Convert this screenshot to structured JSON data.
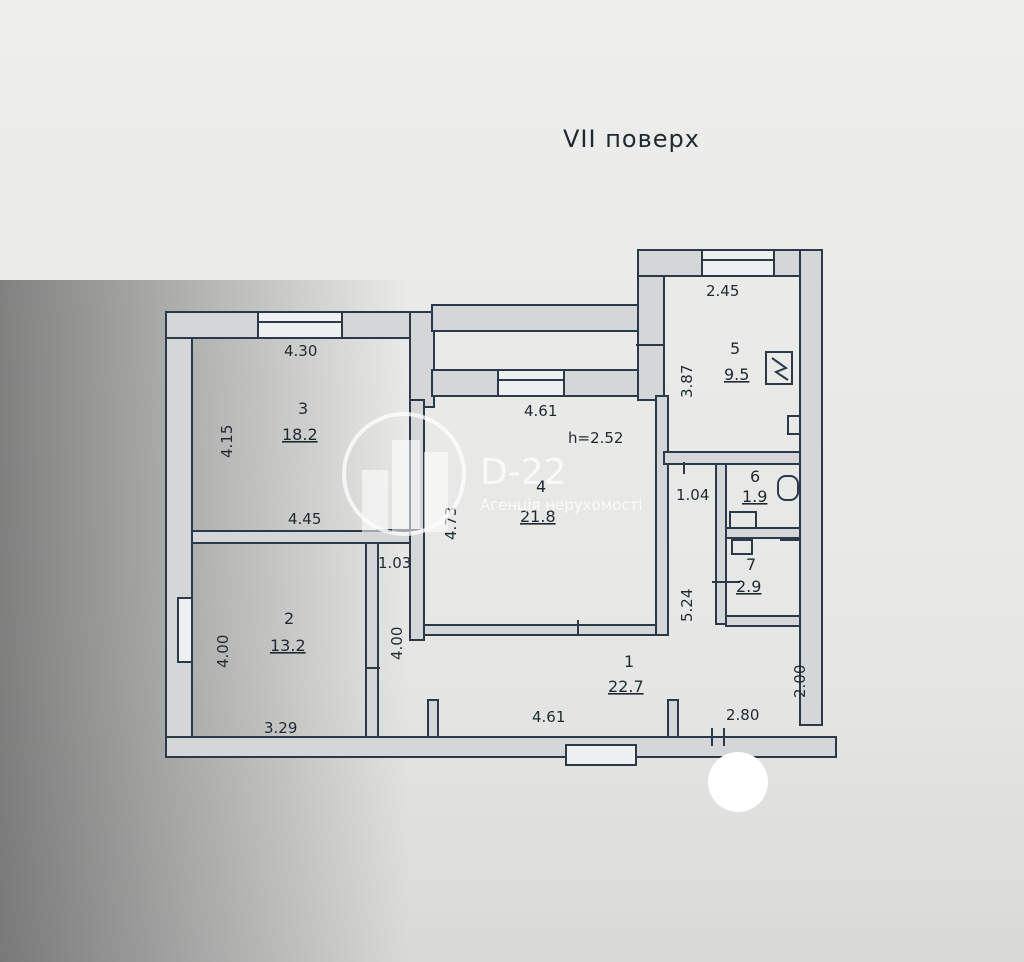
{
  "floor_title": "VII поверх",
  "ceiling_height": "h=2.52",
  "rooms": [
    {
      "number": "1",
      "area": "22.7"
    },
    {
      "number": "2",
      "area": "13.2"
    },
    {
      "number": "3",
      "area": "18.2"
    },
    {
      "number": "4",
      "area": "21.8"
    },
    {
      "number": "5",
      "area": "9.5"
    },
    {
      "number": "6",
      "area": "1.9"
    },
    {
      "number": "7",
      "area": "2.9"
    }
  ],
  "dimensions": {
    "room3_top": "4.30",
    "room3_side": "4.15",
    "room3_bottom": "4.45",
    "room4_top": "4.61",
    "room4_side": "4.73",
    "door_gap": "1.03",
    "room2_left": "4.00",
    "room2_right": "4.00",
    "room2_bottom": "3.29",
    "hall_bottom": "4.61",
    "hall_right_bottom": "2.80",
    "hall_right_side": "2.00",
    "kitchen_top": "2.45",
    "kitchen_side": "3.87",
    "bath_side": "1.04",
    "hall_vertical": "5.24"
  },
  "watermark": {
    "brand": "D-22",
    "subtitle": "Агенція нерухомості"
  },
  "colors": {
    "paper": "#e8e8e6",
    "wall": "#2b3a4a",
    "wall_fill": "#d4d6d8",
    "ink": "#1f2933"
  }
}
